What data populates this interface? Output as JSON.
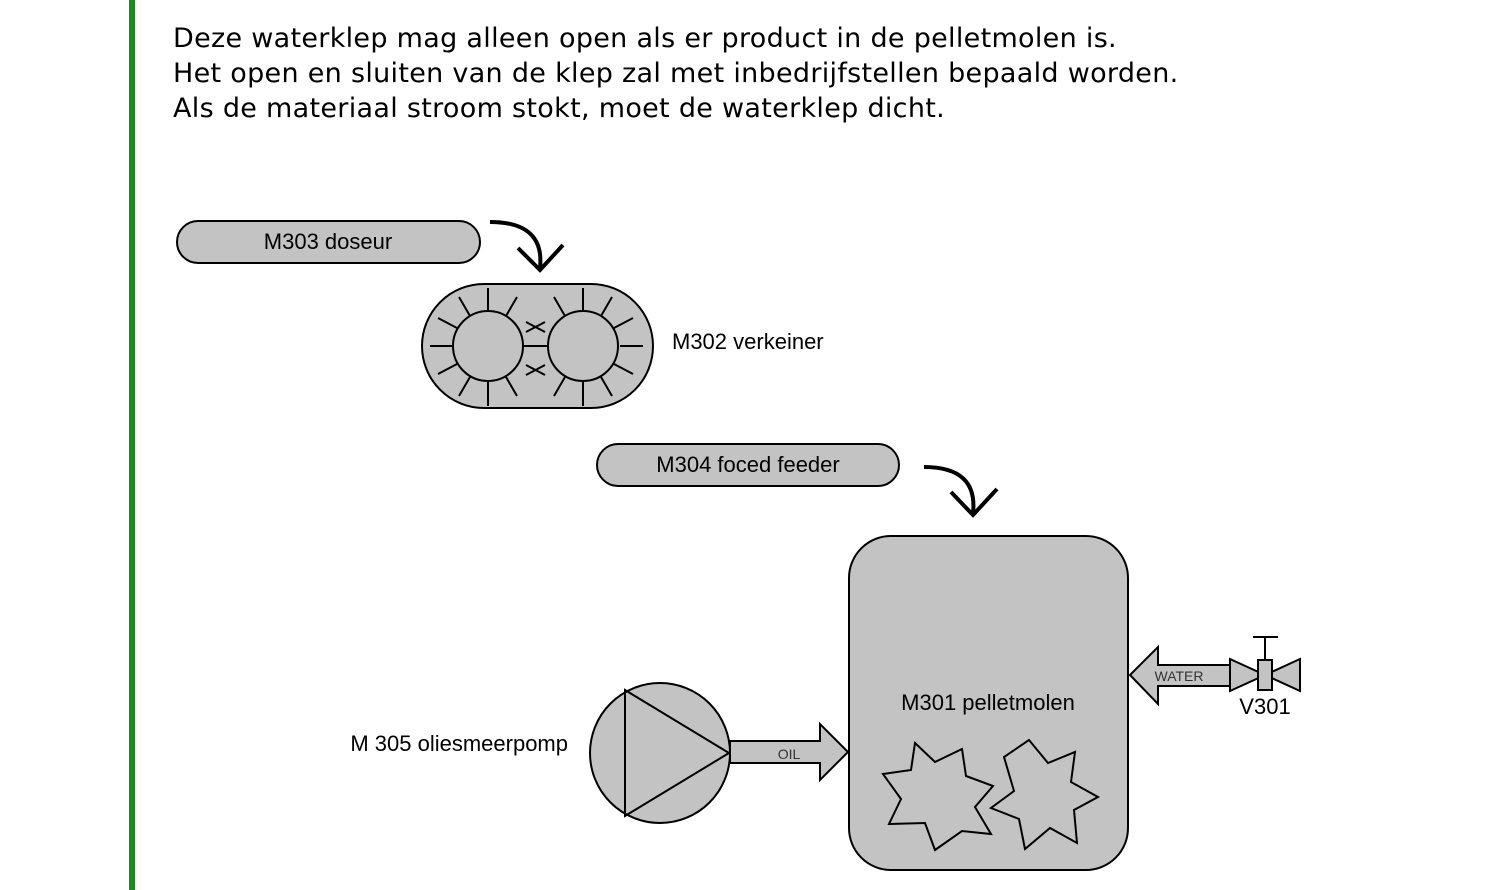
{
  "text": {
    "lines": [
      "Deze waterklep mag alleen open als er product in de pelletmolen is.",
      "Het open en sluiten van de klep zal met inbedrijfstellen bepaald worden.",
      "Als de materiaal stroom stokt, moet de waterklep dicht."
    ]
  },
  "diagram": {
    "doseur_label": "M303 doseur",
    "verkeiner_label": "M302 verkeiner",
    "feeder_label": "M304 foced feeder",
    "pelletmolen_label": "M301 pelletmolen",
    "pomp_label": "M 305 oliesmeerpomp",
    "oil_label": "OIL",
    "water_label": "WATER",
    "valve_label": "V301"
  },
  "colors": {
    "fill": "#c3c3c3",
    "accent": "#1e8a1e"
  }
}
